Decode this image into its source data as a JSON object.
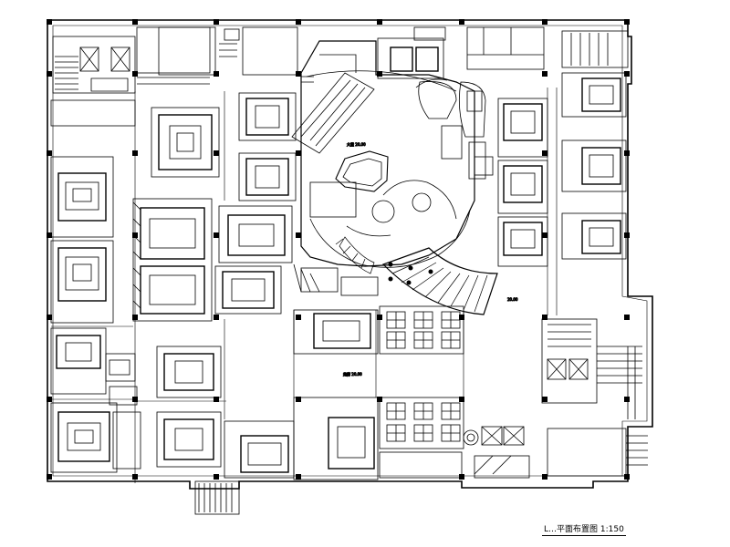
{
  "drawing": {
    "title": "L…平面布置图 1:150",
    "stroke_color": "#000000",
    "background_color": "#ffffff"
  },
  "labels": {
    "lobby_label": "大堂 20.00",
    "corridor_label": "走廊 20.00",
    "hall_label": "20.00"
  }
}
